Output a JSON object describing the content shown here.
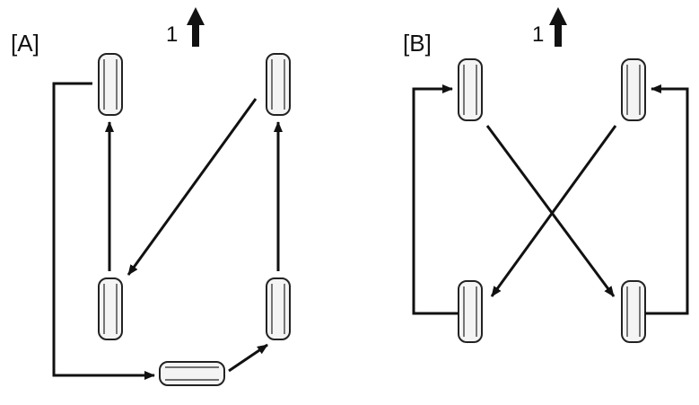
{
  "panels": [
    {
      "label": "[A]",
      "direction_label": "1",
      "tires": [
        {
          "id": "front-left",
          "orientation": "vertical"
        },
        {
          "id": "front-right",
          "orientation": "vertical"
        },
        {
          "id": "rear-left",
          "orientation": "vertical"
        },
        {
          "id": "rear-right",
          "orientation": "vertical"
        },
        {
          "id": "spare",
          "orientation": "horizontal"
        }
      ],
      "moves": [
        {
          "from": "rear-left",
          "to": "front-left"
        },
        {
          "from": "front-right",
          "to": "rear-left"
        },
        {
          "from": "rear-right",
          "to": "front-right"
        },
        {
          "from": "front-left",
          "to": "spare"
        },
        {
          "from": "spare",
          "to": "rear-right"
        }
      ]
    },
    {
      "label": "[B]",
      "direction_label": "1",
      "tires": [
        {
          "id": "front-left",
          "orientation": "vertical"
        },
        {
          "id": "front-right",
          "orientation": "vertical"
        },
        {
          "id": "rear-left",
          "orientation": "vertical"
        },
        {
          "id": "rear-right",
          "orientation": "vertical"
        }
      ],
      "moves": [
        {
          "from": "rear-left",
          "to": "front-left"
        },
        {
          "from": "front-left",
          "to": "rear-right"
        },
        {
          "from": "front-right",
          "to": "rear-left"
        },
        {
          "from": "rear-right",
          "to": "front-right"
        }
      ]
    }
  ],
  "icons": {
    "direction": "up-arrow-icon"
  },
  "colors": {
    "ink": "#111111",
    "tire_fill": "#f4f4f4",
    "background": "#ffffff"
  }
}
